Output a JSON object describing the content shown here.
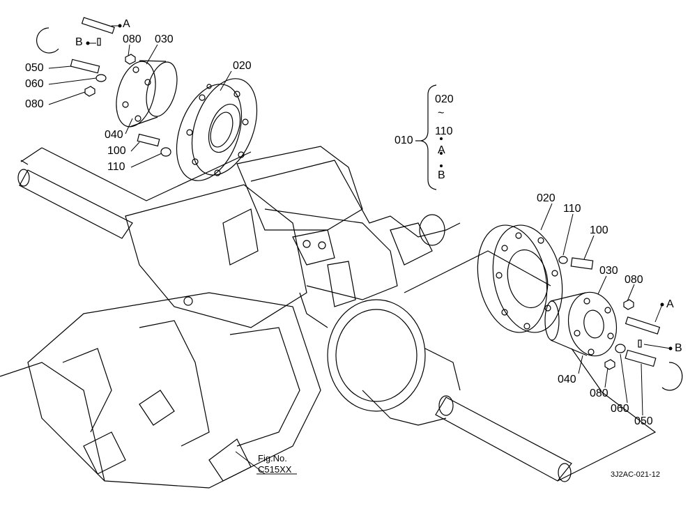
{
  "labels": {
    "left": {
      "a": "A",
      "b": "B",
      "n080_top": "080",
      "n030": "030",
      "n050": "050",
      "n060": "060",
      "n080_mid": "080",
      "n020": "020",
      "n040": "040",
      "n100": "100",
      "n110": "110"
    },
    "right": {
      "a": "A",
      "b": "B",
      "n020": "020",
      "n110": "110",
      "n100": "100",
      "n030": "030",
      "n080_top": "080",
      "n040": "040",
      "n080_bot": "080",
      "n060": "060",
      "n050": "050"
    },
    "group": {
      "n010": "010",
      "n020": "020",
      "tilde": "~",
      "n110": "110",
      "a": "A",
      "b": "B"
    },
    "fig_no": "Fig.No.",
    "fig_code": "C515XX",
    "drawing_code": "3J2AC-021-12"
  }
}
